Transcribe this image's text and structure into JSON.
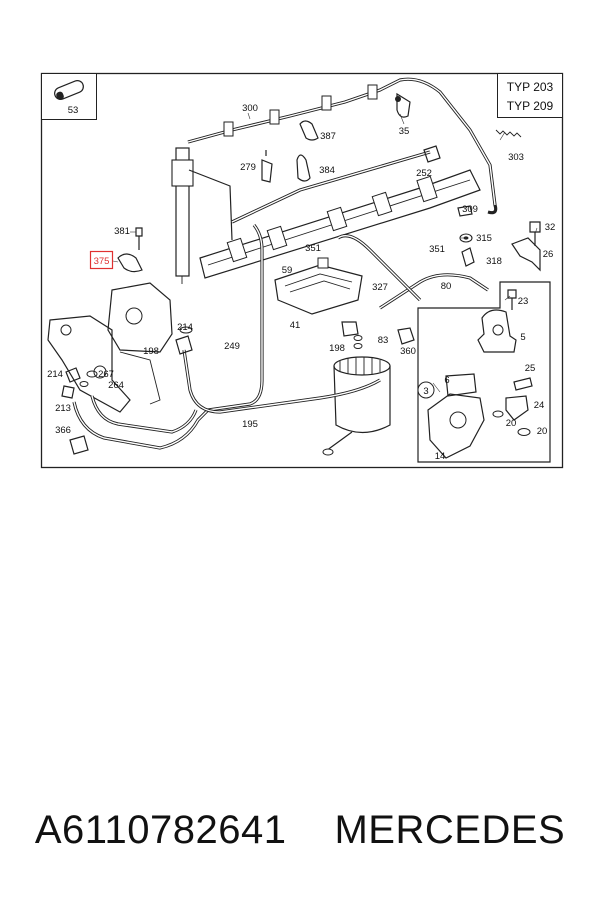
{
  "diagram": {
    "type_labels": [
      "TYP 203",
      "TYP 209"
    ],
    "highlighted_part": "375",
    "highlight_color": "#e03030",
    "part_labels": {
      "p53": "53",
      "p300": "300",
      "p35": "35",
      "p387": "387",
      "p303": "303",
      "p279": "279",
      "p384": "384",
      "p252": "252",
      "p309": "309",
      "p32": "32",
      "p381": "381",
      "p375": "375",
      "p351a": "351",
      "p351b": "351",
      "p315": "315",
      "p26": "26",
      "p59": "59",
      "p318": "318",
      "p327": "327",
      "p80": "80",
      "p23": "23",
      "p214a": "214",
      "p41": "41",
      "p5": "5",
      "p198a": "198",
      "p249": "249",
      "p198b": "198",
      "p83": "83",
      "p360": "360",
      "p214b": "214",
      "p267": "267",
      "p264": "264",
      "p3": "3",
      "p6": "6",
      "p25": "25",
      "p213": "213",
      "p24": "24",
      "p195": "195",
      "p366": "366",
      "p20a": "20",
      "p20b": "20",
      "p14": "14"
    }
  },
  "footer": {
    "part_number": "A6110782641",
    "brand": "MERCEDES"
  }
}
